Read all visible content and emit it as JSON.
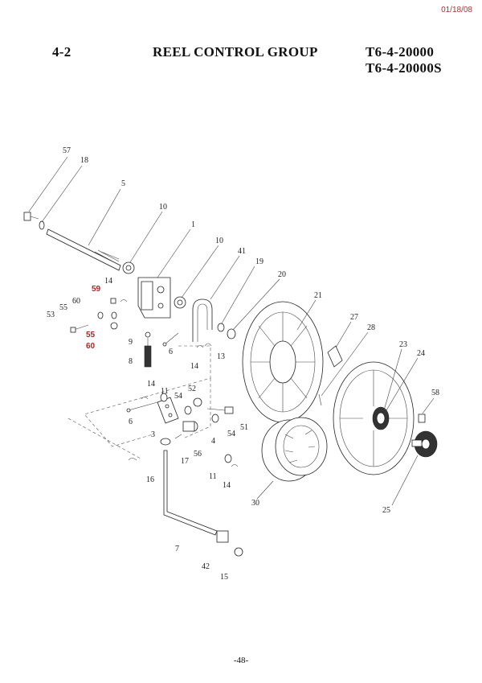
{
  "header": {
    "date": "01/18/08",
    "section": "4-2",
    "title": "REEL CONTROL GROUP",
    "model_1": "T6-4-20000",
    "model_2": "T6-4-20000S"
  },
  "callouts": {
    "c57": "57",
    "c18": "18",
    "c5": "5",
    "c10a": "10",
    "c1": "1",
    "c10b": "10",
    "c41": "41",
    "c19": "19",
    "c20": "20",
    "c21": "21",
    "c27": "27",
    "c28": "28",
    "c23": "23",
    "c24": "24",
    "c58": "58",
    "c59": "59",
    "c14a": "14",
    "c60a": "60",
    "c55a": "55",
    "c53": "53",
    "c55b": "55",
    "c60b": "60",
    "c9": "9",
    "c8": "8",
    "c6a": "6",
    "c13": "13",
    "c14b": "14",
    "c14c": "14",
    "c11a": "11",
    "c52": "52",
    "c54a": "54",
    "c6b": "6",
    "c3": "3",
    "c4": "4",
    "c54b": "54",
    "c51": "51",
    "c56": "56",
    "c17": "17",
    "c16": "16",
    "c11b": "11",
    "c14d": "14",
    "c30": "30",
    "c25": "25",
    "c7": "7",
    "c42": "42",
    "c15": "15"
  },
  "footer": {
    "page_number": "-48-"
  }
}
